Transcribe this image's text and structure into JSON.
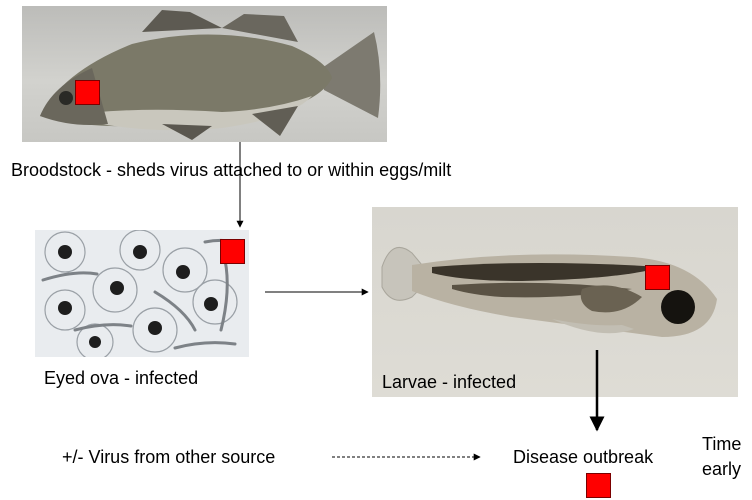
{
  "labels": {
    "broodstock": "Broodstock - sheds virus attached to or within eggs/milt",
    "eyed_ova": "Eyed ova - infected",
    "larvae": "Larvae - infected",
    "other_source": "+/- Virus from other source",
    "outbreak": "Disease outbreak",
    "time": "Time",
    "early": "early"
  },
  "colors": {
    "marker": "#ff0000",
    "arrow": "#000000"
  },
  "icons": {
    "infection_marker": "red-square"
  }
}
